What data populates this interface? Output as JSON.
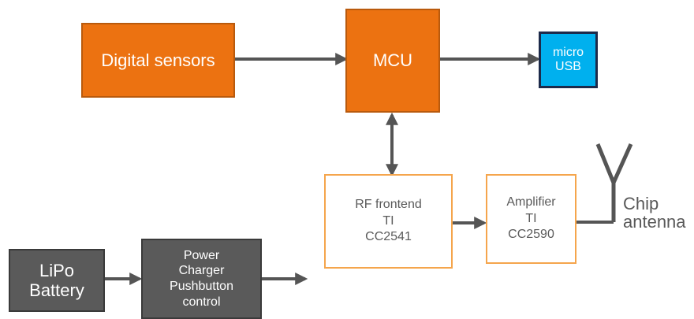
{
  "colors": {
    "orange_fill": "#ec7211",
    "blue_fill": "#00b0ee",
    "dark_fill": "#5a5a5a",
    "outline_border": "#f5a54c",
    "arrow": "#555555"
  },
  "blocks": {
    "digital_sensors": {
      "lines": [
        "Digital sensors"
      ]
    },
    "mcu": {
      "lines": [
        "MCU"
      ]
    },
    "micro_usb": {
      "lines": [
        "micro",
        "USB"
      ]
    },
    "rf_frontend": {
      "lines": [
        "RF frontend",
        "TI",
        "CC2541"
      ]
    },
    "amplifier": {
      "lines": [
        "Amplifier",
        "TI",
        "CC2590"
      ]
    },
    "lipo_battery": {
      "lines": [
        "LiPo",
        "Battery"
      ]
    },
    "power": {
      "lines": [
        "Power",
        "Charger",
        "Pushbutton",
        "control"
      ]
    }
  },
  "antenna": {
    "lines": [
      "Chip",
      "antenna"
    ],
    "icon": "antenna-icon"
  }
}
